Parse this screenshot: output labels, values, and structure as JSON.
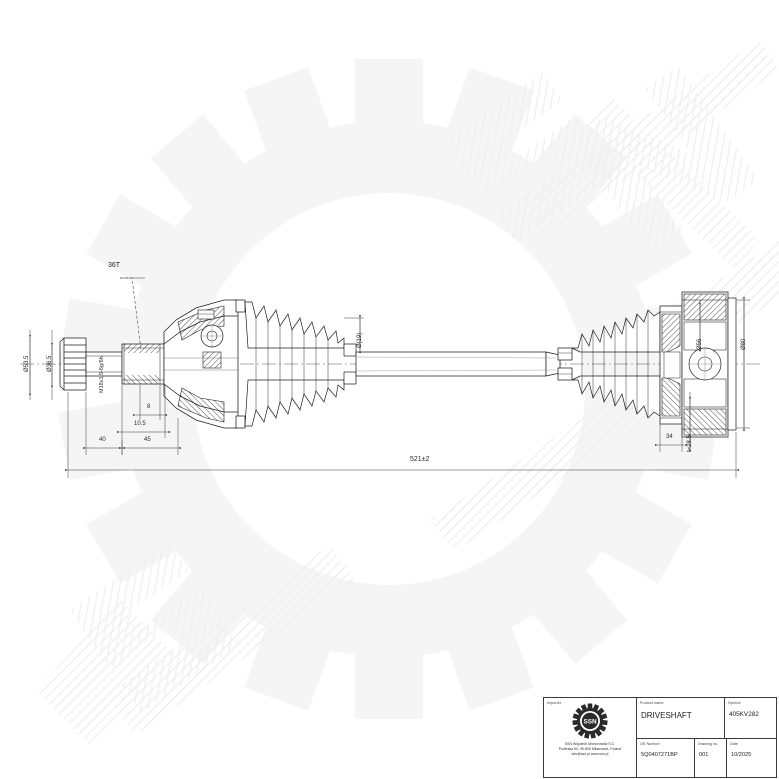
{
  "drawing": {
    "type": "engineering-drawing",
    "subject": "Automotive driveshaft / CV axle assembly, sectioned side elevation",
    "callouts": {
      "spline_teeth": "36T",
      "thread_spec": "M18x1.5-6g/6h"
    },
    "dimensions": {
      "overall_length": "521±2",
      "left_stub_length": "40",
      "left_segment_2": "45",
      "inner_dim_105": "10.5",
      "inner_dim_8": "8",
      "right_flange_width": "34",
      "left_dia_1": "Ø53.5",
      "left_dia_2": "Ø36.5",
      "centre_dia": "Ø(19)",
      "right_dia_1": "Ø56",
      "right_dia_2": "Ø80",
      "right_depth": "t=28.5"
    }
  },
  "title_block": {
    "importer": {
      "label": "Importer",
      "logo_text": "SSN",
      "address_lines": [
        "SSN Wojciech Michorowski S.C.",
        "Podleska 50, 05-800 Milanowek, Poland",
        "info@ssn.pl   www.ssn.pl"
      ]
    },
    "product": {
      "label": "Product name",
      "value": "DRIVESHAFT"
    },
    "symbol": {
      "label": "Symbol",
      "value": "405KV282"
    },
    "oe_number": {
      "label": "OE Number",
      "value": "5Q0407271BP"
    },
    "drawing_number": {
      "label": "Drawing no.",
      "value": "001"
    },
    "date": {
      "label": "Date",
      "value": "10/2025"
    }
  },
  "watermark": {
    "brand": "SSN",
    "shape": "gear-cogwheel",
    "color": "#f2f2f2"
  },
  "colors": {
    "line": "#1f1f1f",
    "dim_line": "#3a3a3a",
    "hatch": "#2b2b2b",
    "background": "#ffffff",
    "watermark": "#f3f3f3"
  }
}
